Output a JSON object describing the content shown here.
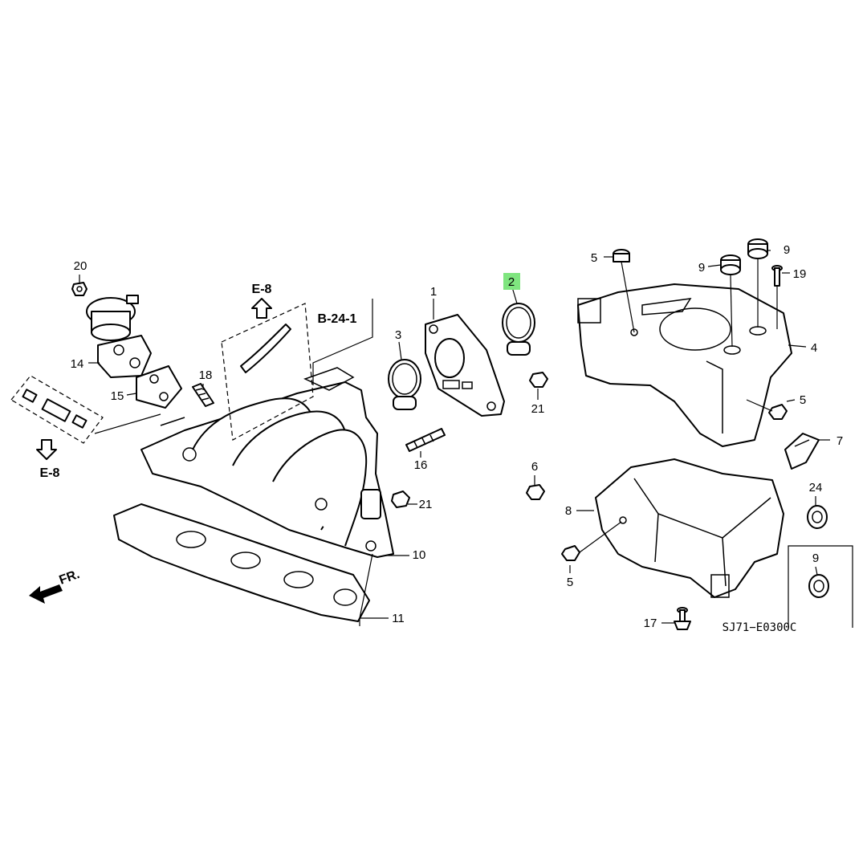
{
  "diagram": {
    "callouts": {
      "p1": "1",
      "p2": "2",
      "p3": "3",
      "p4": "4",
      "p5a": "5",
      "p5b": "5",
      "p5c": "5",
      "p6": "6",
      "p7": "7",
      "p8": "8",
      "p9a": "9",
      "p9b": "9",
      "p9c": "9",
      "p10": "10",
      "p11": "11",
      "p14": "14",
      "p15": "15",
      "p16": "16",
      "p17": "17",
      "p18": "18",
      "p19": "19",
      "p20": "20",
      "p21a": "21",
      "p21b": "21",
      "p24": "24"
    },
    "refs": {
      "e8_top": "E-8",
      "e8_left": "E-8",
      "b241": "B-24-1",
      "front": "FR."
    },
    "drawing_code": "SJ71−E0300C",
    "highlight_color": "#7fe57f"
  }
}
